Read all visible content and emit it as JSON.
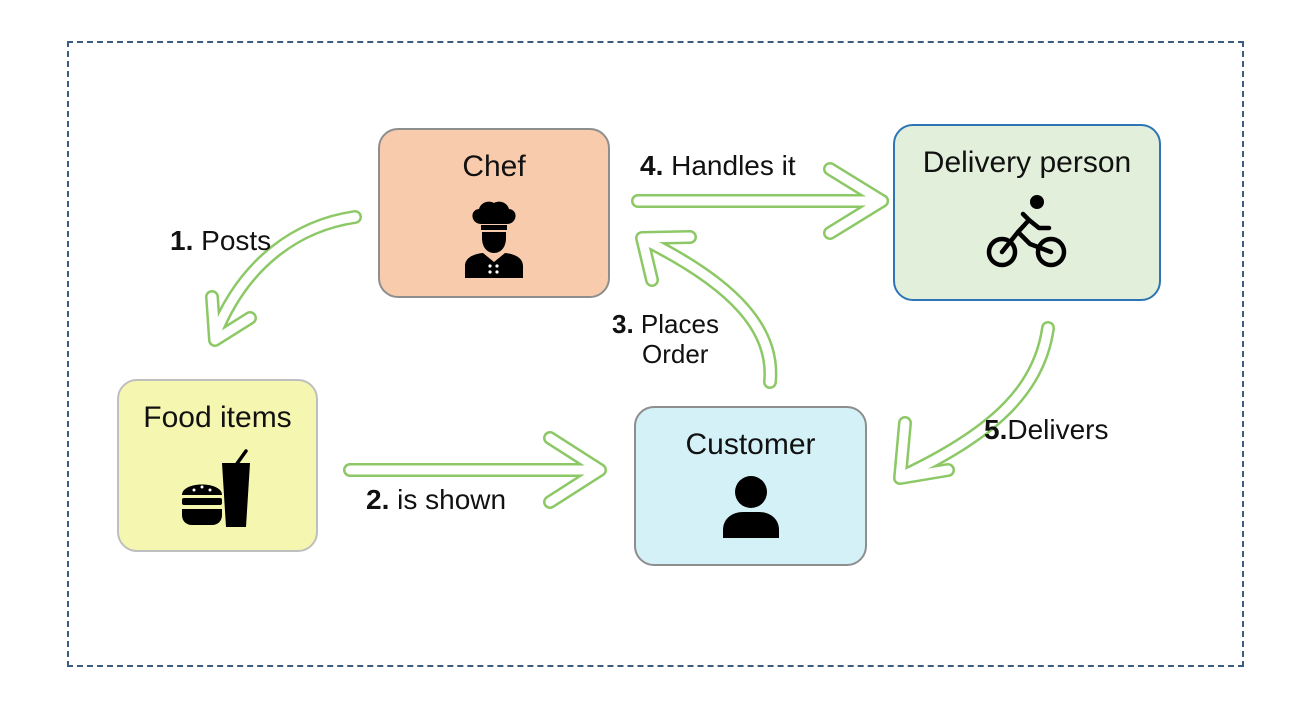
{
  "nodes": {
    "chef": {
      "title": "Chef",
      "fill": "#f8cbad",
      "border": "#8e8e8e",
      "icon": "chef-icon"
    },
    "delivery": {
      "title": "Delivery person",
      "fill": "#e2efda",
      "border": "#2e75b6",
      "icon": "bicycle-rider-icon"
    },
    "food": {
      "title": "Food items",
      "fill": "#f5f7b0",
      "border": "#bfbfbf",
      "icon": "burger-drink-icon"
    },
    "customer": {
      "title": "Customer",
      "fill": "#d4f1f7",
      "border": "#8e8e8e",
      "icon": "person-icon"
    }
  },
  "edges": [
    {
      "num": "1.",
      "text": "Posts"
    },
    {
      "num": "2.",
      "text": "is shown"
    },
    {
      "num": "3.",
      "text": "Places",
      "text2": "Order"
    },
    {
      "num": "4.",
      "text": "Handles it"
    },
    {
      "num": "5.",
      "text": "Delivers"
    }
  ],
  "colors": {
    "arrow": "#8cc865",
    "frame": "#3d5a80"
  }
}
